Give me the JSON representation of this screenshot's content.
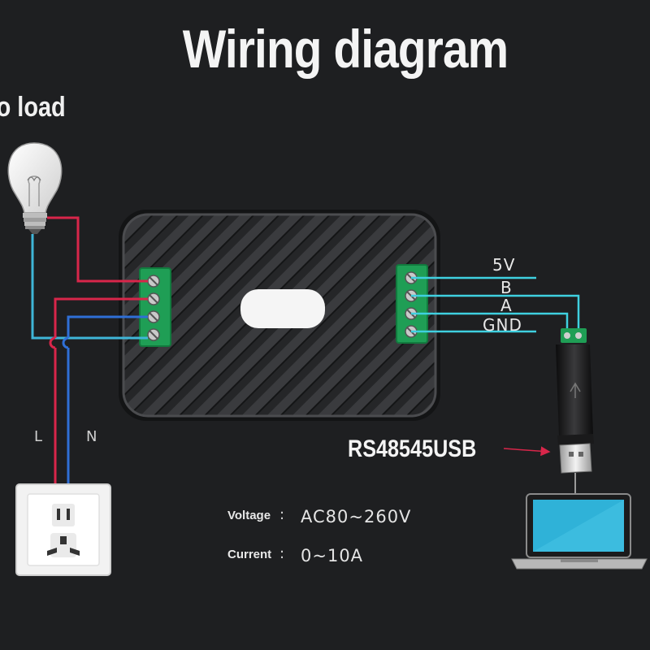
{
  "title": "Wiring diagram",
  "load_label": "to load",
  "terminals_right": {
    "pin_5v": "5V",
    "pin_b": "B",
    "pin_a": "A",
    "pin_gnd": "GND"
  },
  "mains": {
    "live": "L",
    "neutral": "N"
  },
  "converter_label": "RS48545USB",
  "specs": {
    "voltage_label": "Voltage",
    "voltage_value": "AC80~260V",
    "current_label": "Current",
    "current_value": "0~10A",
    "separator": ":"
  },
  "colors": {
    "background": "#1e1f21",
    "live_wire": "#d8264a",
    "neutral_wire": "#2f6fd6",
    "load_wire": "#3fb6d8",
    "signal_wire": "#3fd0e0",
    "terminal_block": "#1f9e55",
    "device_body": "#2a2b2d",
    "laptop_screen": "#2fb2d8"
  },
  "icons": {
    "bulb": "light-bulb-icon",
    "socket": "wall-socket-icon",
    "usb": "usb-converter-icon",
    "laptop": "laptop-icon",
    "arrow": "arrow-right-icon"
  }
}
